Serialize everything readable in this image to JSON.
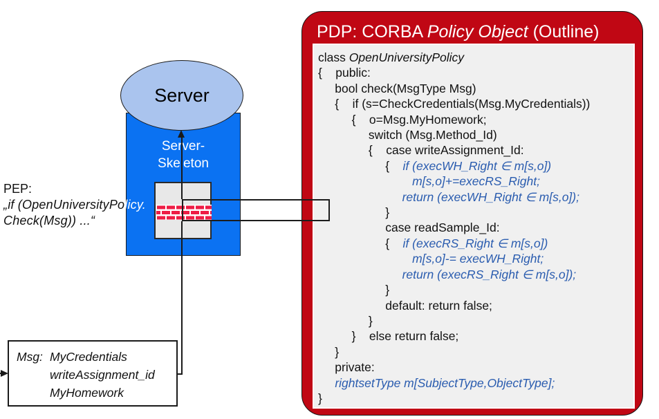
{
  "colors": {
    "pdp_red": "#c00714",
    "server_blue": "#0b72f2",
    "server_ellipse_blue": "#aac4ee",
    "code_blue": "#2a5caf",
    "brick_red": "#ee1c45",
    "panel_gray": "#f0f0f0",
    "firewall_gray": "#e8e8e8"
  },
  "pep": {
    "label": "PEP:",
    "quote_line1_black": "„if (OpenUniversityPo",
    "quote_line1_white": "licy.",
    "quote_line2": "Check(Msg)) ...“"
  },
  "server": {
    "label": "Server",
    "skeleton_line1": "Server-",
    "skeleton_line2": "Skeleton"
  },
  "msg_box": {
    "prefix": "Msg:",
    "items": [
      "MyCredentials",
      "writeAssignment_id",
      "MyHomework"
    ]
  },
  "pdp": {
    "title_prefix": "PDP: CORBA ",
    "title_italic": "Policy Object",
    "title_suffix": " (Outline)",
    "code_lines": [
      [
        {
          "t": "class ",
          "s": ""
        },
        {
          "t": "OpenUniversityPolicy",
          "s": "i"
        }
      ],
      [
        {
          "t": "{    public:",
          "s": ""
        }
      ],
      [
        {
          "t": "     bool check(MsgType Msg)",
          "s": ""
        }
      ],
      [
        {
          "t": "     {    if (s=CheckCredentials(Msg.MyCredentials))",
          "s": ""
        }
      ],
      [
        {
          "t": "          {    o=Msg.MyHomework;",
          "s": ""
        }
      ],
      [
        {
          "t": "               switch (Msg.Method_Id)",
          "s": ""
        }
      ],
      [
        {
          "t": "               {    case writeAssignment_Id:",
          "s": ""
        }
      ],
      [
        {
          "t": "                    {    ",
          "s": ""
        },
        {
          "t": "if (execWH_Right ∈ m[s,o])",
          "s": "b"
        }
      ],
      [
        {
          "t": "                            ",
          "s": ""
        },
        {
          "t": "m[s,o]+=execRS_Right;",
          "s": "b"
        }
      ],
      [
        {
          "t": "                         ",
          "s": ""
        },
        {
          "t": "return (execWH_Right ∈ m[s,o]);",
          "s": "b"
        }
      ],
      [
        {
          "t": "                    }",
          "s": ""
        }
      ],
      [
        {
          "t": "                    case readSample_Id:",
          "s": ""
        }
      ],
      [
        {
          "t": "                    {    ",
          "s": ""
        },
        {
          "t": "if (execRS_Right ∈ m[s,o])",
          "s": "b"
        }
      ],
      [
        {
          "t": "                            ",
          "s": ""
        },
        {
          "t": "m[s,o]-= execWH_Right;",
          "s": "b"
        }
      ],
      [
        {
          "t": "                         ",
          "s": ""
        },
        {
          "t": "return (execRS_Right ∈ m[s,o]);",
          "s": "b"
        }
      ],
      [
        {
          "t": "                    }",
          "s": ""
        }
      ],
      [
        {
          "t": "                    default: return false;",
          "s": ""
        }
      ],
      [
        {
          "t": "               }",
          "s": ""
        }
      ],
      [
        {
          "t": "          }    else return false;",
          "s": ""
        }
      ],
      [
        {
          "t": "     }",
          "s": ""
        }
      ],
      [
        {
          "t": "     private:",
          "s": ""
        }
      ],
      [
        {
          "t": "     ",
          "s": ""
        },
        {
          "t": "rightsetType m[SubjectType,ObjectType];",
          "s": "b"
        }
      ],
      [
        {
          "t": "}",
          "s": ""
        }
      ]
    ]
  }
}
